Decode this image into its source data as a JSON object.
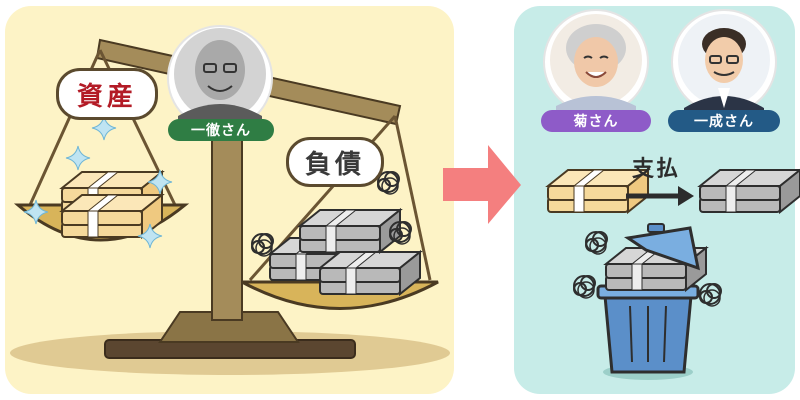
{
  "left_panel": {
    "asset_label": "資産",
    "debt_label": "負債",
    "person_name": "一徹さん"
  },
  "right_panel": {
    "person1_name": "菊さん",
    "person2_name": "一成さん",
    "payment_label": "支払"
  },
  "colors": {
    "left_bg": "#fdf3c6",
    "right_bg": "#c7ece8",
    "arrow": "#f47f7f",
    "asset_text": "#b31b26",
    "pill_green": "#2f7d44",
    "pill_purple": "#8e5bc8",
    "pill_navy": "#235a86",
    "scale_brown": "#8a7446",
    "pan_gold": "#d8b45a",
    "bin_blue": "#5b8fc9"
  },
  "icons": [
    "balance-scale-icon",
    "money-bundle-icon",
    "sparkle-icon",
    "scribble-icon",
    "trash-can-icon",
    "arrow-right-icon"
  ]
}
